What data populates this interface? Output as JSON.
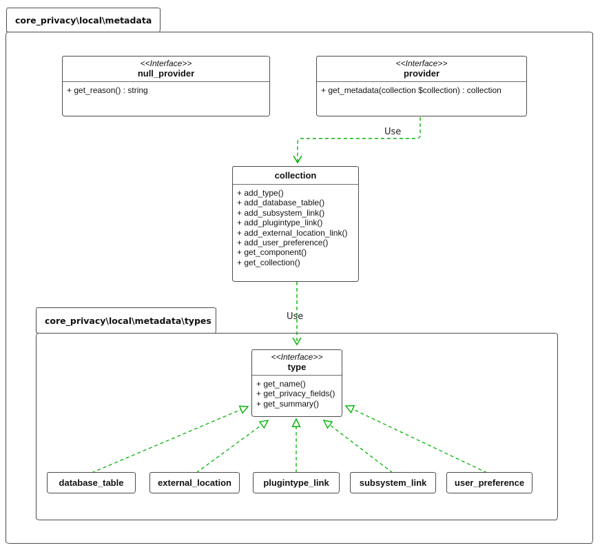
{
  "colors": {
    "connector_green": "#00b200",
    "box_border": "#4a4a4a",
    "text": "#111111",
    "background": "#ffffff"
  },
  "packages": {
    "metadata": {
      "label": "core_privacy\\local\\metadata"
    },
    "types": {
      "label": "core_privacy\\local\\metadata\\types"
    }
  },
  "classes": {
    "null_provider": {
      "stereotype": "<<Interface>>",
      "name": "null_provider",
      "members": [
        "+ get_reason() : string"
      ]
    },
    "provider": {
      "stereotype": "<<Interface>>",
      "name": "provider",
      "members": [
        "+ get_metadata(collection $collection) : collection"
      ]
    },
    "collection": {
      "name": "collection",
      "members": [
        "+ add_type()",
        "+ add_database_table()",
        "+ add_subsystem_link()",
        "+ add_plugintype_link()",
        "+ add_external_location_link()",
        "+ add_user_preference()",
        "+ get_component()",
        "+ get_collection()"
      ]
    },
    "type": {
      "stereotype": "<<Interface>>",
      "name": "type",
      "members": [
        "+ get_name()",
        "+ get_privacy_fields()",
        "+ get_summary()"
      ]
    },
    "database_table": {
      "name": "database_table"
    },
    "external_location": {
      "name": "external_location"
    },
    "plugintype_link": {
      "name": "plugintype_link"
    },
    "subsystem_link": {
      "name": "subsystem_link"
    },
    "user_preference": {
      "name": "user_preference"
    }
  },
  "edges": {
    "provider_to_collection": {
      "type": "dependency",
      "label": "Use"
    },
    "collection_to_type": {
      "type": "dependency",
      "label": "Use"
    },
    "realizations": [
      {
        "from": "database_table",
        "to": "type"
      },
      {
        "from": "external_location",
        "to": "type"
      },
      {
        "from": "plugintype_link",
        "to": "type"
      },
      {
        "from": "subsystem_link",
        "to": "type"
      },
      {
        "from": "user_preference",
        "to": "type"
      }
    ]
  }
}
